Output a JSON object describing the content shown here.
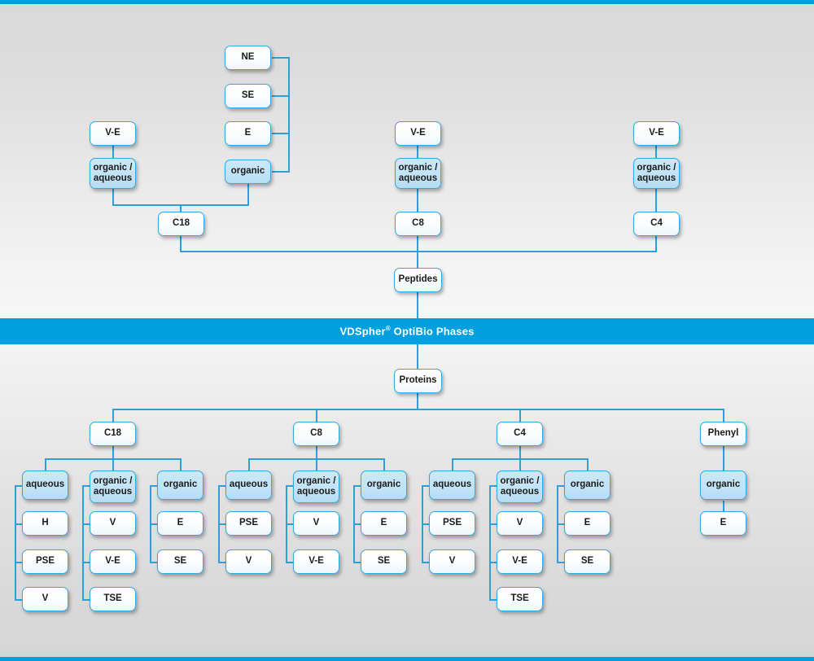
{
  "banner": {
    "title_prefix": "VDSpher",
    "title_sup": "®",
    "title_suffix": " OptiBio Phases",
    "color": "#00a0e0"
  },
  "colors": {
    "accent": "#00a0e0",
    "line": "#2e9fd8",
    "box_border": "#35a8dc",
    "box_fill_white": "#ffffff",
    "box_fill_blue": "#c2e4f7",
    "text": "#1a1a1a"
  },
  "peptides_section": {
    "root": "Peptides",
    "columns": [
      {
        "phase": "C18",
        "modes": [
          {
            "mode": "organic / aqueous",
            "highlight": true,
            "items": [
              "V-E"
            ]
          },
          {
            "mode": "organic",
            "highlight": true,
            "items": [
              "NE",
              "SE",
              "E"
            ]
          }
        ]
      },
      {
        "phase": "C8",
        "modes": [
          {
            "mode": "organic / aqueous",
            "highlight": true,
            "items": [
              "V-E"
            ]
          }
        ]
      },
      {
        "phase": "C4",
        "modes": [
          {
            "mode": "organic / aqueous",
            "highlight": true,
            "items": [
              "V-E"
            ]
          }
        ]
      }
    ]
  },
  "proteins_section": {
    "root": "Proteins",
    "columns": [
      {
        "phase": "C18",
        "modes": [
          {
            "mode": "aqueous",
            "items": [
              "H",
              "PSE",
              "V"
            ]
          },
          {
            "mode": "organic / aqueous",
            "items": [
              "V",
              "V-E",
              "TSE"
            ]
          },
          {
            "mode": "organic",
            "items": [
              "E",
              "SE"
            ]
          }
        ]
      },
      {
        "phase": "C8",
        "modes": [
          {
            "mode": "aqueous",
            "items": [
              "PSE",
              "V"
            ]
          },
          {
            "mode": "organic / aqueous",
            "items": [
              "V",
              "V-E"
            ]
          },
          {
            "mode": "organic",
            "items": [
              "E",
              "SE"
            ]
          }
        ]
      },
      {
        "phase": "C4",
        "modes": [
          {
            "mode": "aqueous",
            "items": [
              "PSE",
              "V"
            ]
          },
          {
            "mode": "organic / aqueous",
            "items": [
              "V",
              "V-E",
              "TSE"
            ]
          },
          {
            "mode": "organic",
            "items": [
              "E",
              "SE"
            ]
          }
        ]
      },
      {
        "phase": "Phenyl",
        "modes": [
          {
            "mode": "organic",
            "items": [
              "E"
            ]
          }
        ]
      }
    ]
  },
  "nodes": {
    "top_ne": "NE",
    "top_se": "SE",
    "top_e": "E",
    "top_organic": "organic",
    "c18_ve": "V-E",
    "c18_orgaq": "organic /\naqueous",
    "c18": "C18",
    "c8_ve": "V-E",
    "c8_orgaq": "organic /\naqueous",
    "c8": "C8",
    "c4_ve": "V-E",
    "c4_orgaq": "organic /\naqueous",
    "c4": "C4",
    "peptides": "Peptides",
    "proteins": "Proteins",
    "p_c18": "C18",
    "p_c8": "C8",
    "p_c4": "C4",
    "p_phenyl": "Phenyl",
    "mode_aqueous": "aqueous",
    "mode_orgaq": "organic /\naqueous",
    "mode_organic": "organic",
    "c18_aq_1": "H",
    "c18_aq_2": "PSE",
    "c18_aq_3": "V",
    "c18_oa_1": "V",
    "c18_oa_2": "V-E",
    "c18_oa_3": "TSE",
    "c18_or_1": "E",
    "c18_or_2": "SE",
    "c8_aq_1": "PSE",
    "c8_aq_2": "V",
    "c8_oa_1": "V",
    "c8_oa_2": "V-E",
    "c8_or_1": "E",
    "c8_or_2": "SE",
    "c4_aq_1": "PSE",
    "c4_aq_2": "V",
    "c4_oa_1": "V",
    "c4_oa_2": "V-E",
    "c4_oa_3": "TSE",
    "c4_or_1": "E",
    "c4_or_2": "SE",
    "ph_or_1": "E"
  }
}
